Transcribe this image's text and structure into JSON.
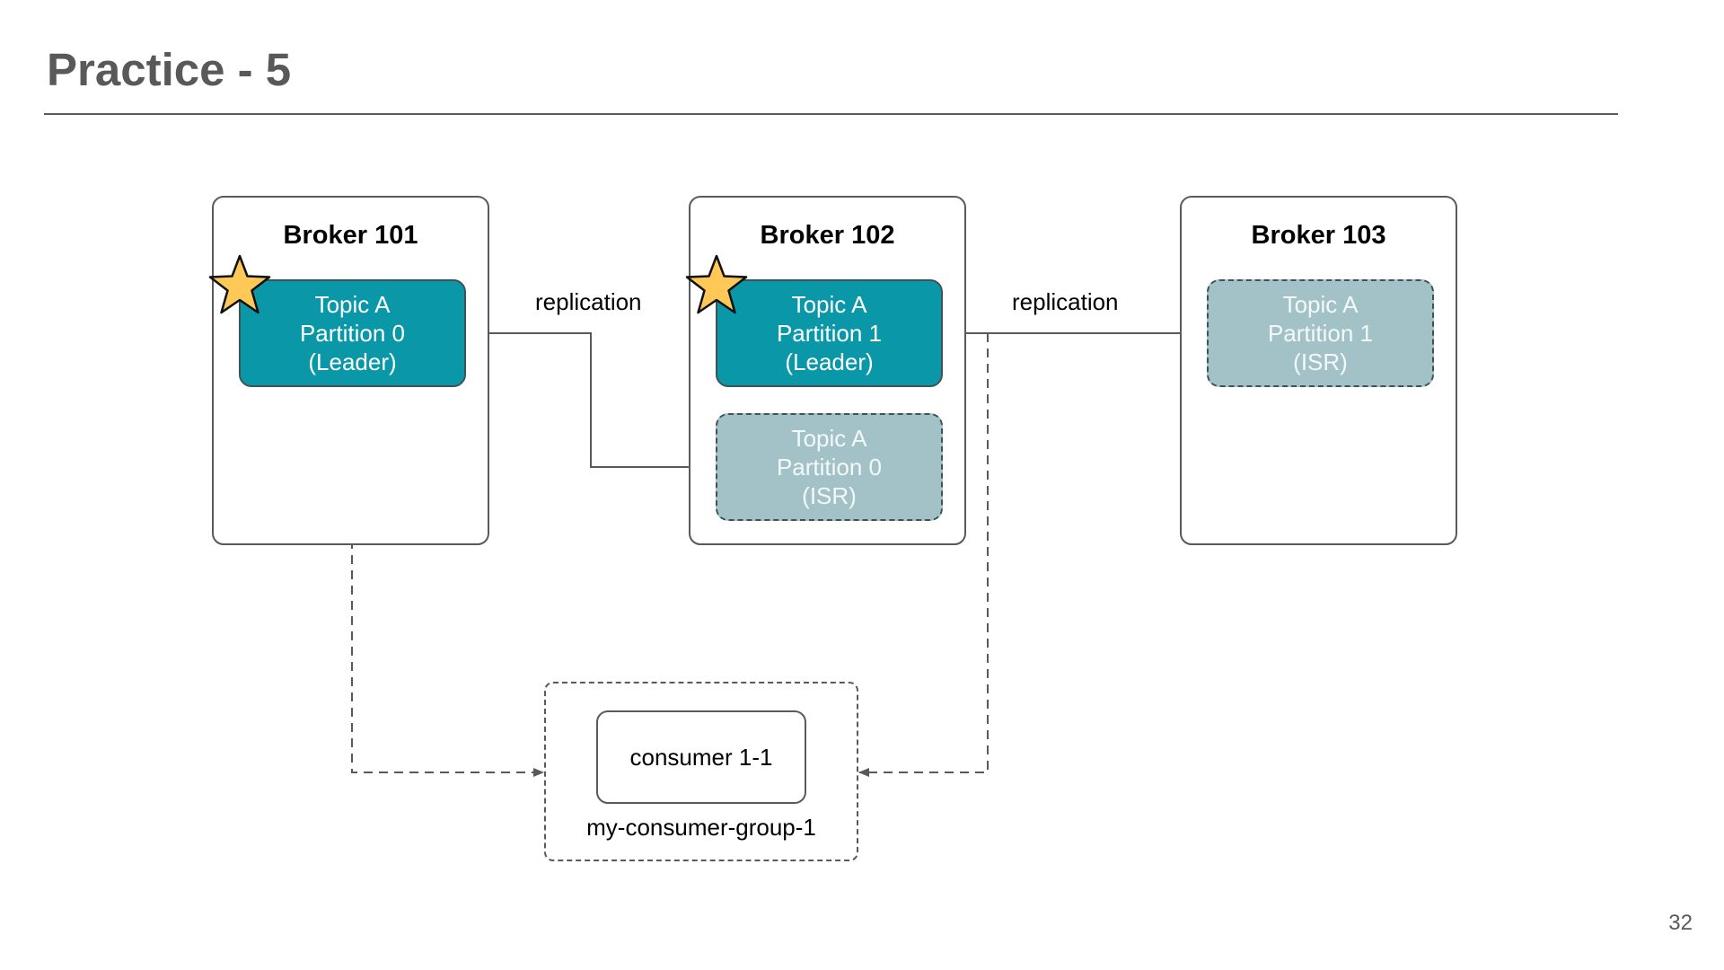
{
  "slide": {
    "title": "Practice - 5",
    "page_number": "32"
  },
  "brokers": [
    {
      "name": "Broker 101"
    },
    {
      "name": "Broker 102"
    },
    {
      "name": "Broker 103"
    }
  ],
  "partitions": {
    "b101_p0_leader": {
      "line1": "Topic A",
      "line2": "Partition 0",
      "line3": "(Leader)",
      "role": "leader"
    },
    "b102_p1_leader": {
      "line1": "Topic A",
      "line2": "Partition 1",
      "line3": "(Leader)",
      "role": "leader"
    },
    "b102_p0_isr": {
      "line1": "Topic A",
      "line2": "Partition 0",
      "line3": "(ISR)",
      "role": "isr"
    },
    "b103_p1_isr": {
      "line1": "Topic A",
      "line2": "Partition 1",
      "line3": "(ISR)",
      "role": "isr"
    }
  },
  "edges": {
    "replication_1": "replication",
    "replication_2": "replication"
  },
  "consumer_group": {
    "name": "my-consumer-group-1",
    "consumer": "consumer 1-1"
  },
  "colors": {
    "leader_fill": "#0a98a8",
    "isr_fill": "#a3c2c7",
    "star_fill": "#ffc857",
    "title_gray": "#595959"
  },
  "icons": {
    "leader_marker": "star-icon"
  }
}
